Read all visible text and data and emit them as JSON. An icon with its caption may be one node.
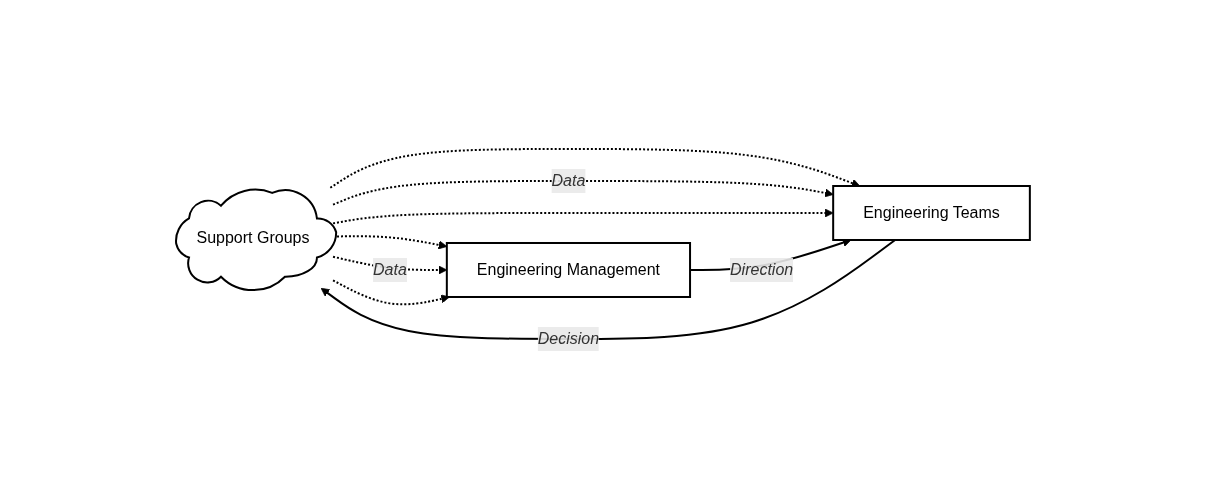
{
  "diagram": {
    "nodes": [
      {
        "text": [
          "Support Groups"
        ]
      },
      {
        "text": [
          "Engineering Management"
        ]
      },
      {
        "text": [
          "Engineering Teams"
        ]
      }
    ],
    "edges": [
      {
        "from": 0,
        "to": 1,
        "arrow": "to",
        "style": "dashed"
      },
      {
        "from": 0,
        "to": 1,
        "arrow": "to",
        "style": "dashed",
        "label": "Data"
      },
      {
        "from": 0,
        "to": 1,
        "arrow": "to",
        "style": "dashed"
      },
      {
        "from": 0,
        "to": 2,
        "arrow": "to",
        "style": "dashed"
      },
      {
        "from": 0,
        "to": 2,
        "arrow": "to",
        "style": "dashed",
        "label": "Data"
      },
      {
        "from": 0,
        "to": 2,
        "arrow": "to",
        "style": "dashed"
      },
      {
        "from": 1,
        "to": 2,
        "arrow": "to",
        "label": "Direction"
      },
      {
        "from": 2,
        "to": 0,
        "arrow": "to",
        "label": "Decision"
      }
    ]
  }
}
